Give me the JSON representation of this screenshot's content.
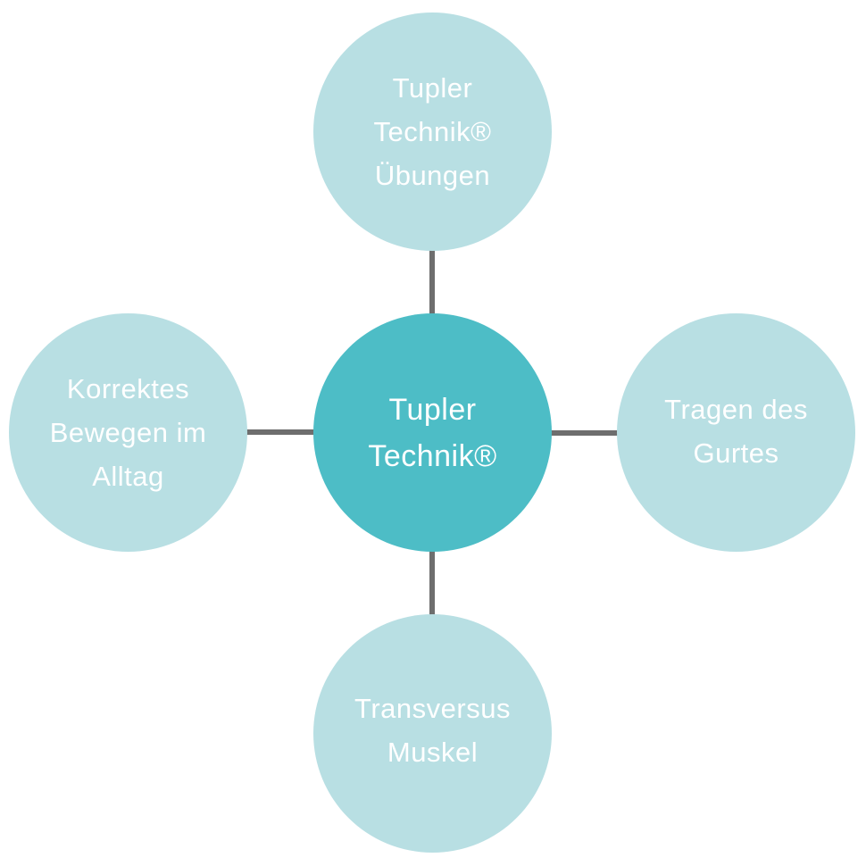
{
  "colors": {
    "hub_fill": "#4dbdc6",
    "satellite_fill": "#b8dfe3",
    "connector": "#6e6e6e",
    "text": "#ffffff",
    "background": "#ffffff"
  },
  "diagram": {
    "type": "hub-and-spoke mind map",
    "hub": {
      "lines": [
        "Tupler",
        "Technik®"
      ]
    },
    "satellites": {
      "top": {
        "lines": [
          "Tupler",
          "Technik®",
          "Übungen"
        ]
      },
      "left": {
        "lines": [
          "Korrektes",
          "Bewegen im",
          "Alltag"
        ]
      },
      "right": {
        "lines": [
          "Tragen des",
          "Gurtes"
        ]
      },
      "bottom": {
        "lines": [
          "Transversus",
          "Muskel"
        ]
      }
    }
  }
}
